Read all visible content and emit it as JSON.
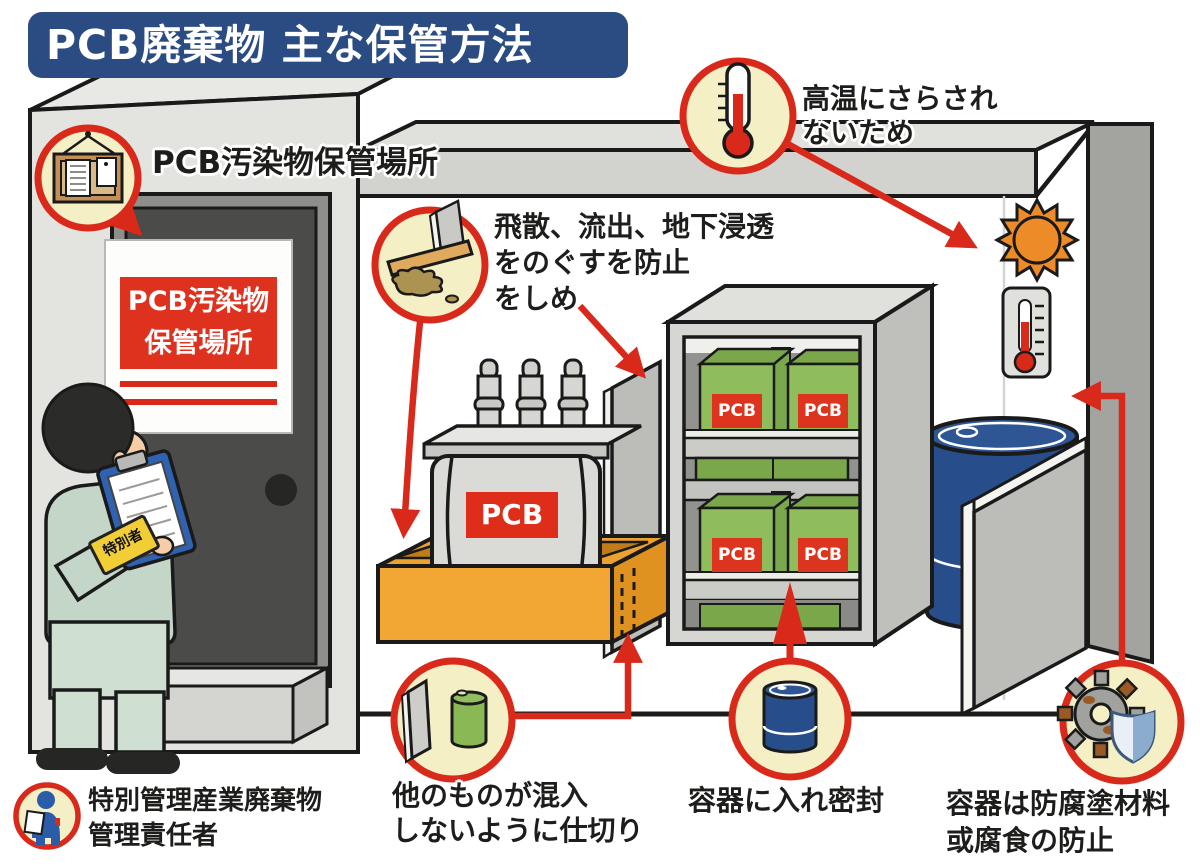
{
  "title": "PCB廃棄物 主な保管方法",
  "colors": {
    "accent_red": "#d8291b",
    "banner_blue": "#2b4c82",
    "callout_cream": "#f5efc6",
    "tray_orange": "#f2a735",
    "box_green": "#8fbd5b",
    "drum_blue": "#274d8a",
    "label_red": "#dd3420"
  },
  "room": {
    "storage_area_heading": "PCB汚染物保管場所",
    "door_sign": {
      "line1": "PCB汚染物",
      "line2": "保管場所"
    },
    "transformer_label": "PCB",
    "box_labels": [
      "PCB",
      "PCB",
      "PCB",
      "PCB"
    ],
    "armband": "特別者"
  },
  "callouts": {
    "notice_board": {
      "icon": "notice-board-icon"
    },
    "heat": {
      "icon": "thermometer-icon",
      "line1": "高温にさらされ",
      "line2": "ないため"
    },
    "spill": {
      "icon": "spill-icon",
      "line1": "飛散、流出、地下浸透",
      "line2": "をのぐすを防止",
      "line3": "をしめ"
    },
    "partition": {
      "icon": "partition-icon",
      "line1": "他のものが混入",
      "line2": "しないように仕切り"
    },
    "sealed": {
      "icon": "drum-icon",
      "line1": "容器に入れ密封"
    },
    "corrosion": {
      "icon": "gear-shield-icon",
      "line1": "容器は防腐塗材料",
      "line2": "或腐食の防止"
    },
    "manager": {
      "icon": "manager-icon",
      "line1": "特別管理産業廃棄物",
      "line2": "管理責任者"
    }
  }
}
